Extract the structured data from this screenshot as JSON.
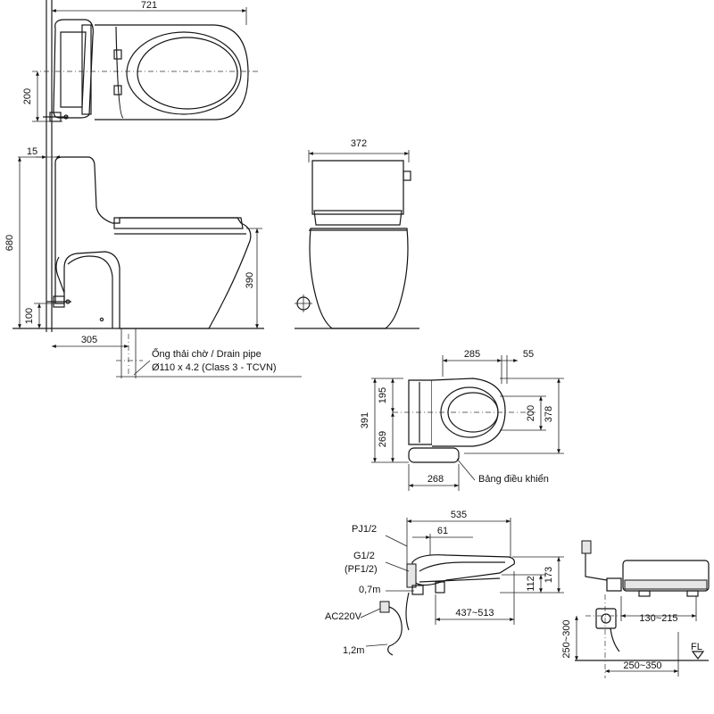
{
  "dimensions": {
    "top_width": "721",
    "top_depth": "200",
    "side_offset": "15",
    "side_height": "680",
    "side_seat_height": "390",
    "side_floor_pipe": "100",
    "side_drain_distance": "305",
    "front_width": "372",
    "seat_top_a": "285",
    "seat_top_b": "55",
    "seat_top_left_a": "391",
    "seat_top_left_b": "195",
    "seat_top_left_c": "269",
    "seat_top_right_a": "200",
    "seat_top_right_b": "378",
    "seat_top_bottom": "268",
    "seat_side_length": "535",
    "seat_side_offset": "61",
    "seat_side_range": "437~513",
    "seat_side_h1": "112",
    "seat_side_h2": "173",
    "outlet_h_range": "130~215",
    "outlet_v_range": "250~300",
    "outlet_floor_range": "250~350"
  },
  "labels": {
    "drain_pipe_line1": "Ống thải chờ / Drain pipe",
    "drain_pipe_line2": "Ø110 x 4.2 (Class 3 - TCVN)",
    "control_panel": "Bảng điều khiển",
    "pj": "PJ1/2",
    "g": "G1/2",
    "pf": "(PF1/2)",
    "hose": "0,7m",
    "power": "AC220V",
    "cord": "1,2m",
    "floor": "FL"
  }
}
